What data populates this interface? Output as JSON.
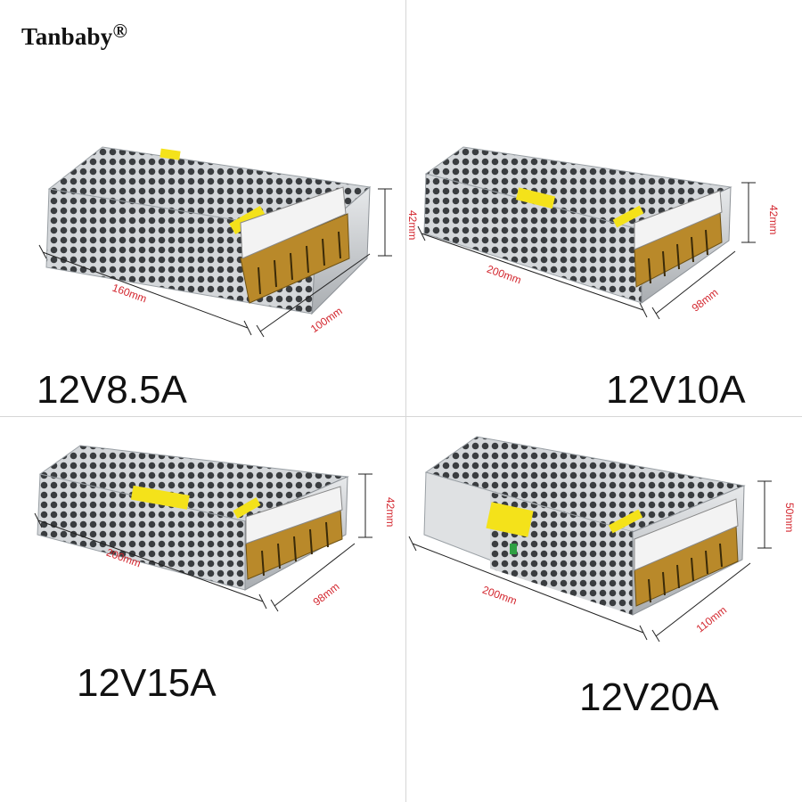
{
  "brand": {
    "name": "Tanbaby",
    "mark": "®"
  },
  "panels": [
    {
      "model": "12V8.5A",
      "length": "160mm",
      "width": "100mm",
      "height": "42mm"
    },
    {
      "model": "12V10A",
      "length": "200mm",
      "width": "98mm",
      "height": "42mm"
    },
    {
      "model": "12V15A",
      "length": "200mm",
      "width": "98mm",
      "height": "42mm"
    },
    {
      "model": "12V20A",
      "length": "200mm",
      "width": "110mm",
      "height": "50mm"
    }
  ],
  "colors": {
    "dimension_text": "#d3262e",
    "enclosure": "#c9ccd0",
    "terminal": "#b9892a",
    "label": "#f4e21a"
  }
}
